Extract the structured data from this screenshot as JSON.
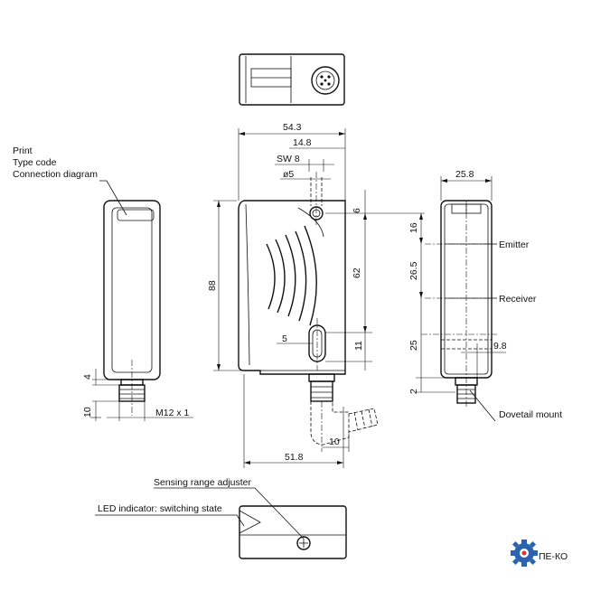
{
  "dimensions": {
    "width_total": "54.3",
    "connector_offset": "14.8",
    "wrench_size": "SW 8",
    "hole_diameter": "ø5",
    "height_total": "88",
    "hole_spacing": "62",
    "top_offset": "6",
    "slot_width": "5",
    "slot_height": "11",
    "connector_bend": "10",
    "body_width": "51.8",
    "depth": "25.8",
    "emitter_offset": "16",
    "optics_spacing": "26.5",
    "mount_height": "25",
    "mount_offset": "9.8",
    "mount_gap": "2",
    "side_connector_a": "4",
    "side_connector_b": "10",
    "thread": "M12 x 1"
  },
  "labels": {
    "print": "Print",
    "type_code": "Type code",
    "connection_diagram": "Connection diagram",
    "emitter": "Emitter",
    "receiver": "Receiver",
    "dovetail": "Dovetail mount",
    "sensing_adjuster": "Sensing range adjuster",
    "led_indicator": "LED indicator: switching state"
  },
  "logo": {
    "text": "ПЕ-КО",
    "color": "#1f5aa6",
    "gear_color": "#2b63b0",
    "accent_color": "#d9342b"
  }
}
